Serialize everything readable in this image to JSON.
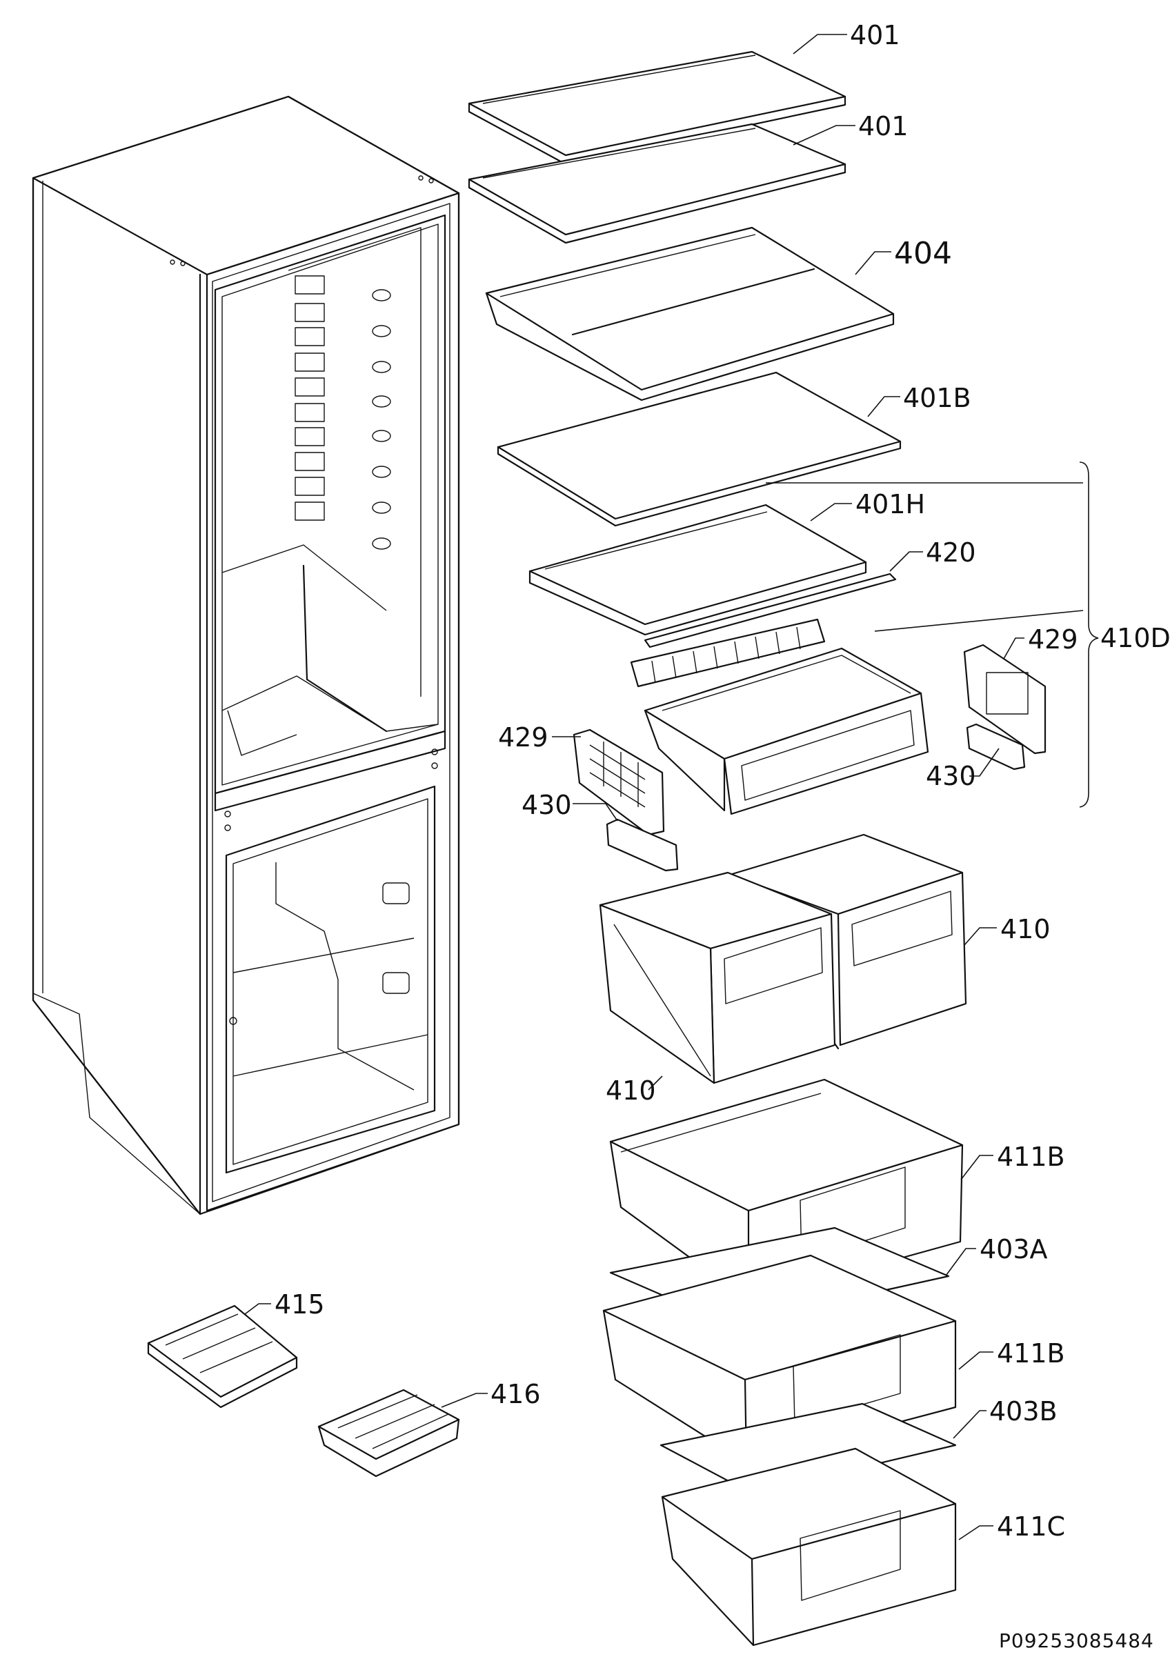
{
  "diagram": {
    "document_id": "P09253085484",
    "callouts": {
      "c401a": "401",
      "c401b": "401",
      "c404": "404",
      "c401B": "401B",
      "c401H": "401H",
      "c420": "420",
      "c410D": "410D",
      "c429r": "429",
      "c430r": "430",
      "c429l": "429",
      "c430l": "430",
      "c410r": "410",
      "c410l": "410",
      "c411Ba": "411B",
      "c403A": "403A",
      "c411Bb": "411B",
      "c403B": "403B",
      "c411C": "411C",
      "c415": "415",
      "c416": "416"
    }
  }
}
